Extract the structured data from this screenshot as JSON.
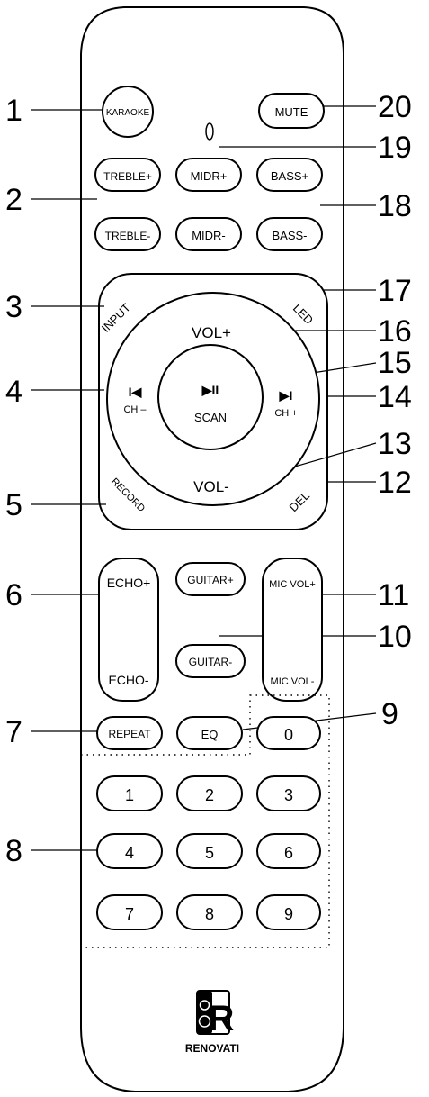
{
  "remote": {
    "top_buttons": {
      "karaoke": "KARAOKE",
      "mute": "MUTE"
    },
    "tone": {
      "treble_up": "TREBLE+",
      "midr_up": "MIDR+",
      "bass_up": "BASS+",
      "treble_down": "TREBLE-",
      "midr_down": "MIDR-",
      "bass_down": "BASS-"
    },
    "nav": {
      "input": "INPUT",
      "led": "LED",
      "record": "RECORD",
      "del": "DEL",
      "vol_up": "VOL+",
      "vol_down": "VOL-",
      "prev_symbol": "I◀",
      "prev_label": "CH –",
      "next_symbol": "▶I",
      "next_label": "CH +",
      "play_symbol": "▶II",
      "play_label": "SCAN"
    },
    "mic": {
      "echo_up": "ECHO+",
      "echo_down": "ECHO-",
      "guitar_up": "GUITAR+",
      "guitar_down": "GUITAR-",
      "mic_vol_up": "MIC VOL+",
      "mic_vol_down": "MIC VOL-"
    },
    "bottom": {
      "repeat": "REPEAT",
      "eq": "EQ"
    },
    "digits": [
      "0",
      "1",
      "2",
      "3",
      "4",
      "5",
      "6",
      "7",
      "8",
      "9"
    ],
    "brand": {
      "name": "RENOVATI",
      "logo_letter": "R"
    }
  },
  "callouts": [
    "1",
    "2",
    "3",
    "4",
    "5",
    "6",
    "7",
    "8",
    "9",
    "10",
    "11",
    "12",
    "13",
    "14",
    "15",
    "16",
    "17",
    "18",
    "19",
    "20"
  ]
}
